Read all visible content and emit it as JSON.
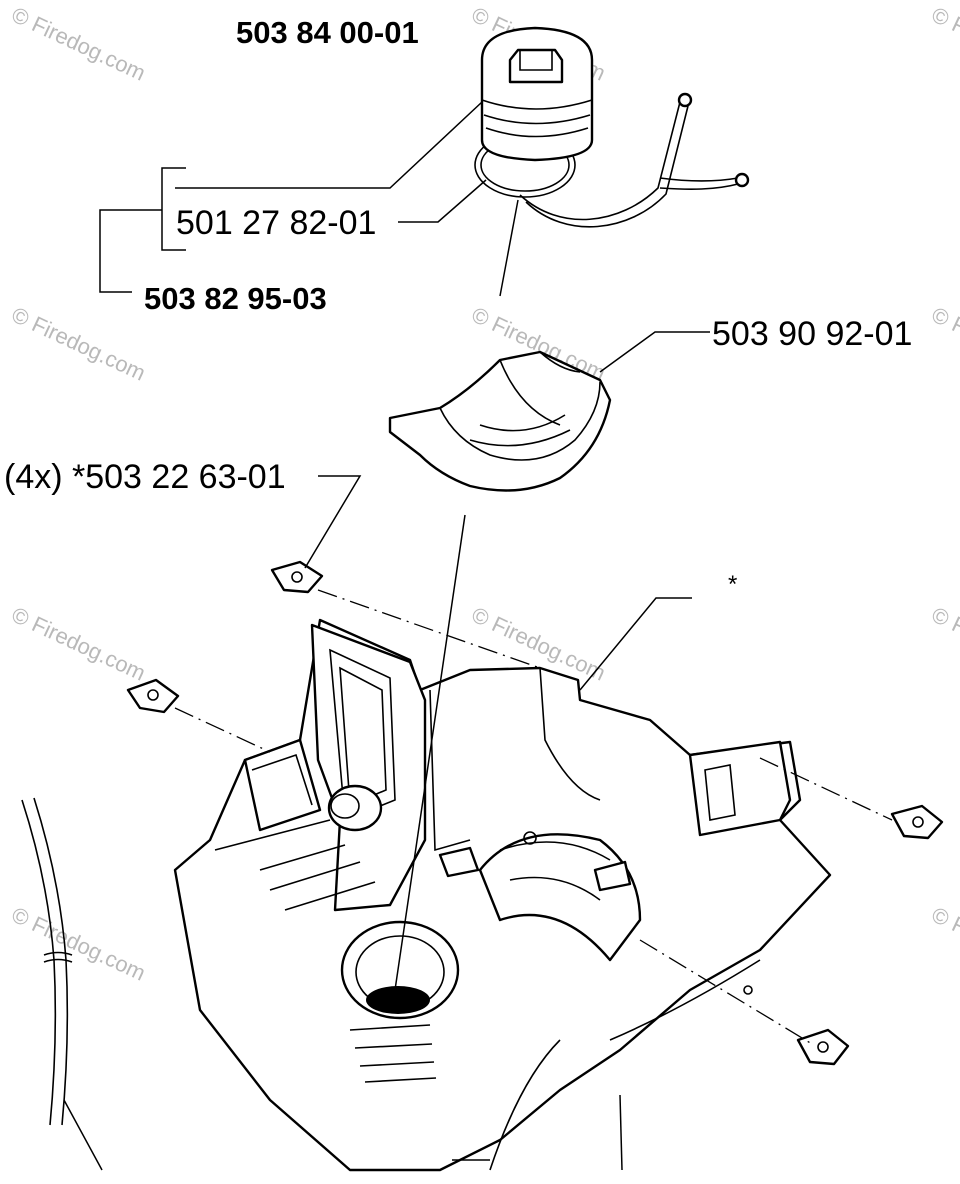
{
  "part_labels": {
    "fuel_cap_assembly": "503 84 00-01",
    "cap_gasket": "501 27 82-01",
    "cap_kit": "503 82 95-03",
    "tank_insert": "503 90 92-01",
    "clip_nut": "(4x) *503 22 63-01",
    "asterisk_note": "*"
  },
  "watermark": "© Firedog.com",
  "watermark_copies": 12
}
